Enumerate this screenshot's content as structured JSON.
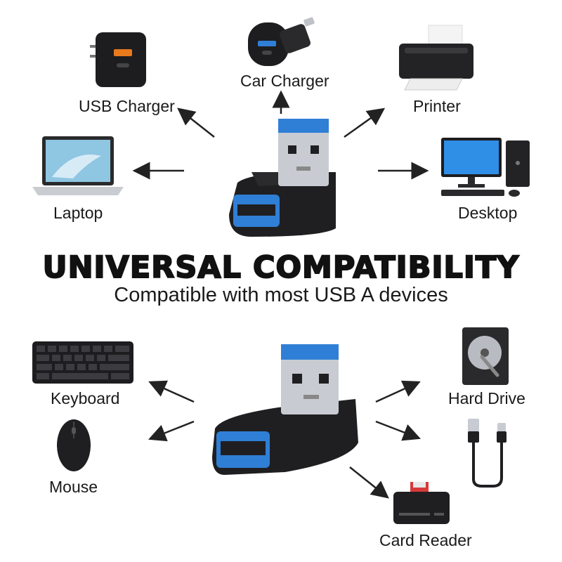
{
  "headline": "UNIVERSAL COMPATIBILITY",
  "subtitle": "Compatible with most USB A devices",
  "devices": {
    "usb_charger": "USB Charger",
    "car_charger": "Car Charger",
    "printer": "Printer",
    "laptop": "Laptop",
    "desktop": "Desktop",
    "keyboard": "Keyboard",
    "mouse": "Mouse",
    "hard_drive": "Hard Drive",
    "card_reader": "Card Reader"
  },
  "colors": {
    "usb_blue": "#2f7fd6",
    "adapter_black": "#1f1f22",
    "metal": "#c8ccd2",
    "text": "#1a1a1a"
  }
}
